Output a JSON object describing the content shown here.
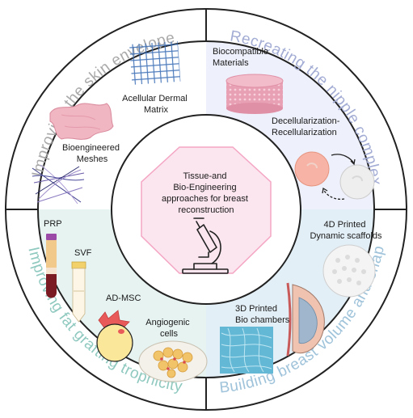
{
  "center": {
    "lines": [
      "Tissue-and",
      "Bio-Engineering",
      "approaches for breast",
      "reconstruction"
    ],
    "icon": "microscope-icon"
  },
  "arc_titles": {
    "top_left": "Improving the skin envelope",
    "top_right": "Recreating the nipple complex",
    "bottom_left": "Improving fat grafting trophicity",
    "bottom_right": "Building breast volume and shape"
  },
  "labels": {
    "acellular": [
      "Acellular Dermal",
      "Matrix"
    ],
    "meshes": [
      "Bioengineered",
      "Meshes"
    ],
    "biocompatible": [
      "Biocompatible",
      "Materials"
    ],
    "decell": [
      "Decellularization-",
      "Recellularization"
    ],
    "printed4d": [
      "4D Printed",
      "Dynamic scaffolds"
    ],
    "printed3d": [
      "3D Printed",
      "Bio chambers"
    ],
    "prp": "PRP",
    "svf": "SVF",
    "admsc": "AD-MSC",
    "angio": [
      "Angiogenic",
      "cells"
    ]
  },
  "colors": {
    "q_top_left": "#ffffff",
    "q_top_right": "#eef0fb",
    "q_bottom_left": "#e6f3f1",
    "q_bottom_right": "#e3eff6",
    "arc_top_left": "#a9a9a9",
    "arc_top_right": "#a3acd4",
    "arc_bottom_left": "#8fc9bf",
    "arc_bottom_right": "#9fc3da",
    "octagon_fill": "#fbe5ee",
    "octagon_stroke": "#f4a6c4"
  }
}
